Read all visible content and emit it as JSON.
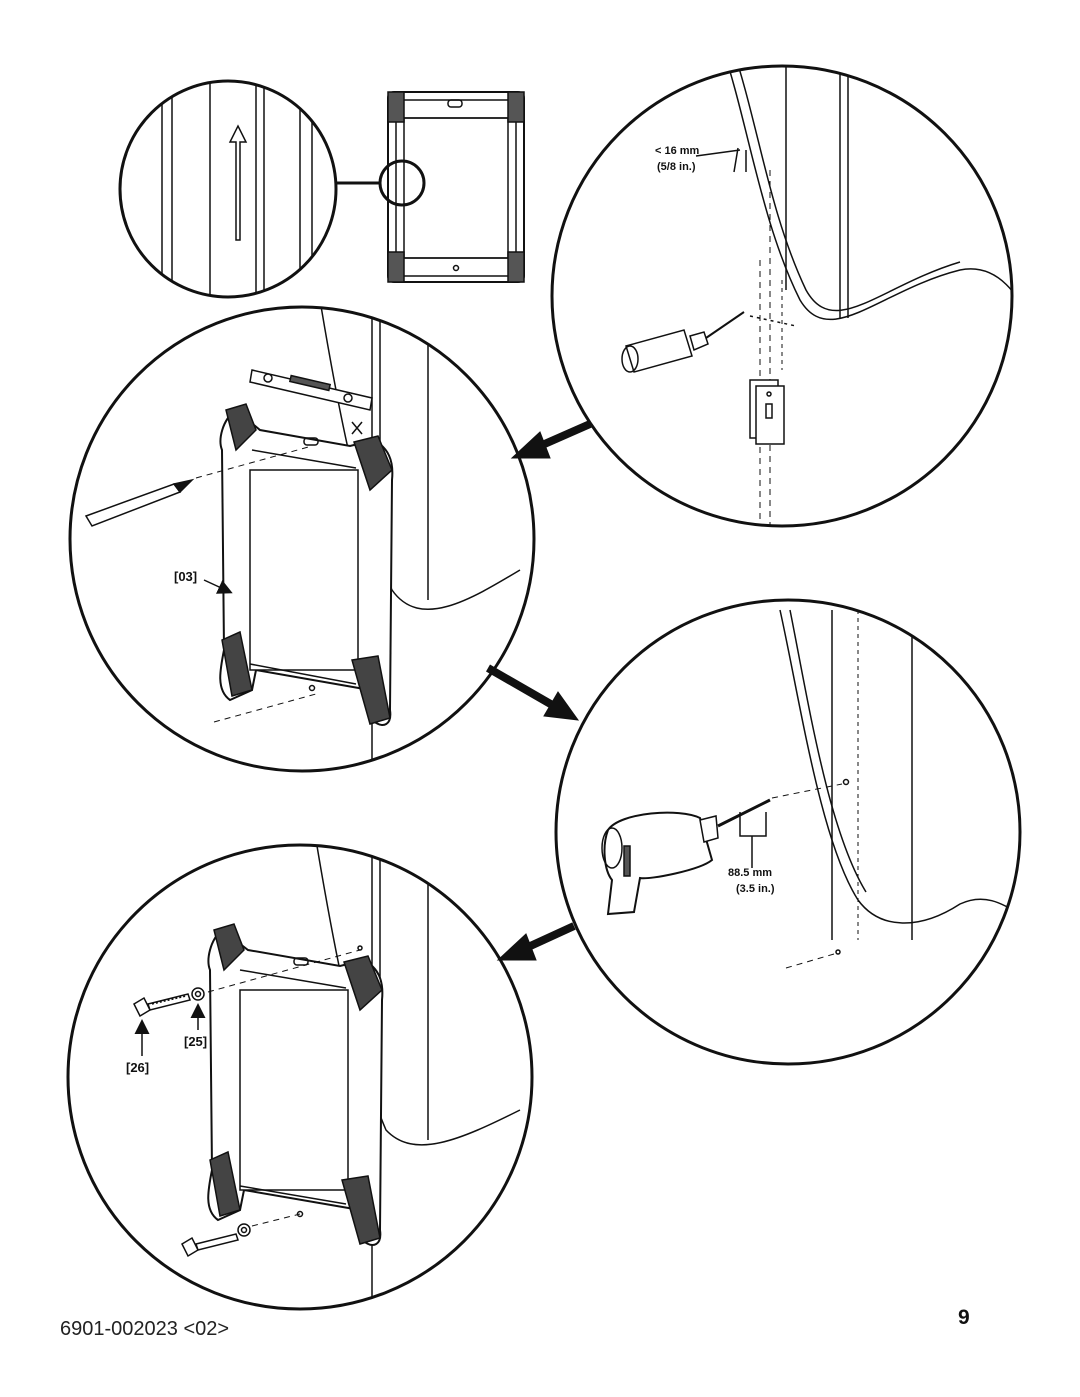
{
  "callouts": {
    "bracket": "[03]",
    "lag_bolt": "[26]",
    "washer": "[25]"
  },
  "dimensions": {
    "stud_offset_metric": "< 16 mm",
    "stud_offset_imperial": "(5/8 in.)",
    "drill_depth_metric": "88.5 mm",
    "drill_depth_imperial": "(3.5 in.)"
  },
  "footer": {
    "document_number": "6901-002023 <02>",
    "page_number": "9"
  }
}
